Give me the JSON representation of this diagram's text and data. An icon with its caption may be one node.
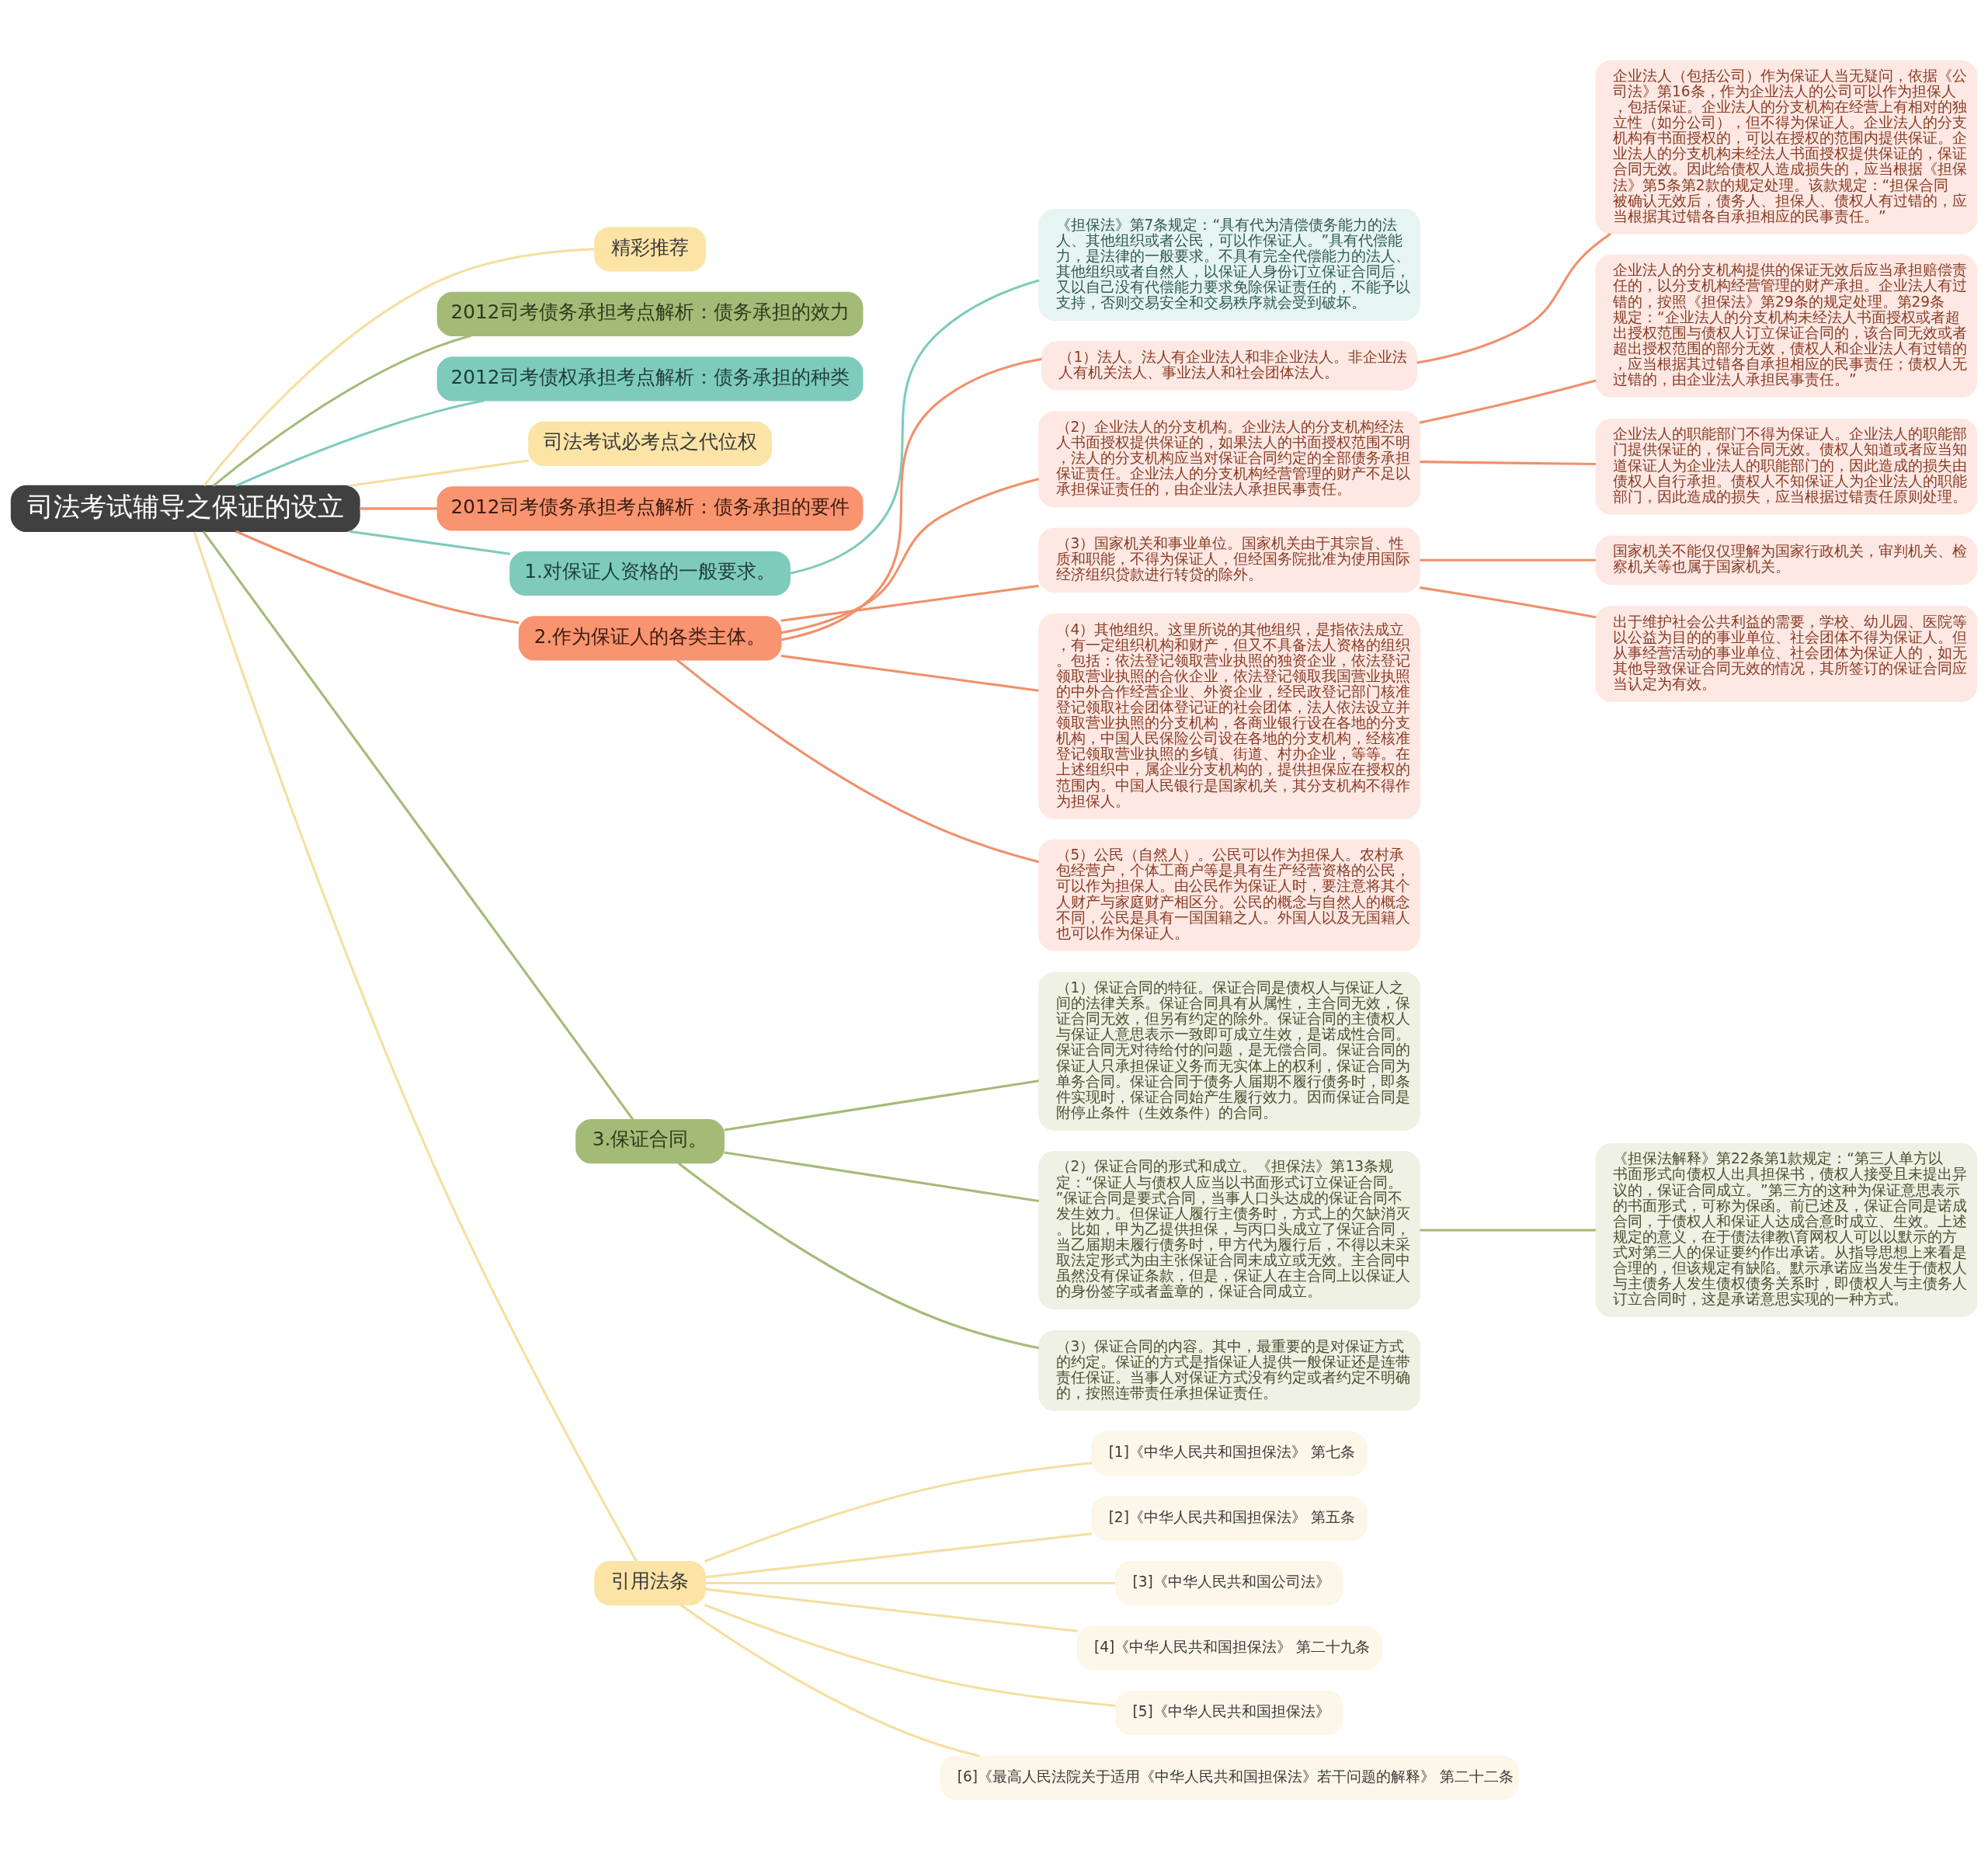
{
  "diagram": {
    "nodes": [
      {
        "text": [
          "司法考试辅导之保证的设立"
        ]
      },
      {
        "text": [
          "精彩推荐"
        ]
      },
      {
        "text": [
          "2012司考债务承担考点解析：债务承担的效力"
        ]
      },
      {
        "text": [
          "2012司考债权承担考点解析：债务承担的种类"
        ]
      },
      {
        "text": [
          "司法考试必考点之代位权"
        ]
      },
      {
        "text": [
          "2012司考债务承担考点解析：债务承担的要件"
        ]
      },
      {
        "text": [
          "《担保法》第7条规定：“具有代为清偿债务能力的法人、其他组织或者公民，可以作保证人。”具有代偿能力，是法律的一般要求。不具有完全代偿能力的法人、其他组织或者自然人，以保证人身份订立保证合同后，又以自己没有代偿能力要求免除保证责任的，不能予以支持，否则交易安全和交易秩序就会受到破坏。"
        ]
      },
      {
        "text": [
          "1.对保证人资格的一般要求。"
        ]
      },
      {
        "text": [
          "2.作为保证人的各类主体。"
        ]
      },
      {
        "text": [
          "（1）法人。法人有企业法人和非企业法人。非企业法人有机关法人、事业法人和社会团体法人。"
        ]
      },
      {
        "text": [
          "企业法人（包括公司）作为保证人当无疑问，依据《公司法》第16条，作为企业法人的公司可以作为担保人，包括保证。企业法人的分支机构在经营上有相对的独立性（如分公司），但不得为保证人。企业法人的分支机构有书面授权的，可以在授权的范围内提供保证。企业法人的分支机构未经法人书面授权提供保证的，保证合同无效。因此给债权人造成损失的，应当根据《担保法》第5条第2款的规定处理。该款规定：“担保合同被确认无效后，债务人、担保人、债权人有过错的，应当根据其过错各自承担相应的民事责任。”"
        ]
      },
      {
        "text": [
          "（2）企业法人的分支机构。企业法人的分支机构经法人书面授权提供保证的，如果法人的书面授权范围不明，法人的分支机构应当对保证合同约定的全部债务承担保证责任。企业法人的分支机构经营管理的财产不足以承担保证责任的，由企业法人承担民事责任。"
        ]
      },
      {
        "text": [
          "企业法人的分支机构提供的保证无效后应当承担赔偿责任的，以分支机构经营管理的财产承担。企业法人有过错的，按照《担保法》第29条的规定处理。第29条规定：“企业法人的分支机构未经法人书面授权或者超出授权范围与债权人订立保证合同的，该合同无效或者超出授权范围的部分无效，债权人和企业法人有过错的，应当根据其过错各自承担相应的民事责任；债权人无过错的，由企业法人承担民事责任。”"
        ]
      },
      {
        "text": [
          "企业法人的职能部门不得为保证人。企业法人的职能部门提供保证的，保证合同无效。债权人知道或者应当知道保证人为企业法人的职能部门的，因此造成的损失由债权人自行承担。债权人不知保证人为企业法人的职能部门，因此造成的损失，应当根据过错责任原则处理。"
        ]
      },
      {
        "text": [
          "（3）国家机关和事业单位。国家机关由于其宗旨、性质和职能，不得为保证人，但经国务院批准为使用国际经济组织贷款进行转贷的除外。"
        ]
      },
      {
        "text": [
          "国家机关不能仅仅理解为国家行政机关，审判机关、检察机关等也属于国家机关。"
        ]
      },
      {
        "text": [
          "出于维护社会公共利益的需要，学校、幼儿园、医院等以公益为目的的事业单位、社会团体不得为保证人。但从事经营活动的事业单位、社会团体为保证人的，如无其他导致保证合同无效的情况，其所签订的保证合同应当认定为有效。"
        ]
      },
      {
        "text": [
          "（4）其他组织。这里所说的其他组织，是指依法成立，有一定组织机构和财产，但又不具备法人资格的组织。包括：依法登记领取营业执照的独资企业，依法登记领取营业执照的合伙企业，依法登记领取我国营业执照的中外合作经营企业、外资企业，经民政登记部门核准登记领取社会团体登记证的社会团体，法人依法设立并领取营业执照的分支机构，各商业银行设在各地的分支机构，中国人民保险公司设在各地的分支机构，经核准登记领取营业执照的乡镇、街道、村办企业，等等。在上述组织中，属企业分支机构的，提供担保应在授权的范围内。中国人民银行是国家机关，其分支机构不得作为担保人。"
        ]
      },
      {
        "text": [
          "（5）公民（自然人）。公民可以作为担保人。农村承包经营户，个体工商户等是具有生产经营资格的公民，可以作为担保人。由公民作为保证人时，要注意将其个人财产与家庭财产相区分。公民的概念与自然人的概念不同，公民是具有一国国籍之人。外国人以及无国籍人也可以作为保证人。"
        ]
      },
      {
        "text": [
          "3.保证合同。"
        ]
      },
      {
        "text": [
          "（1）保证合同的特征。保证合同是债权人与保证人之间的法律关系。保证合同具有从属性，主合同无效，保证合同无效，但另有约定的除外。保证合同的主债权人与保证人意思表示一致即可成立生效，是诺成性合同。保证合同无对待给付的问题，是无偿合同。保证合同的保证人只承担保证义务而无实体上的权利，保证合同为单务合同。保证合同于债务人届期不履行债务时，即条件实现时，保证合同始产生履行效力。因而保证合同是附停止条件（生效条件）的合同。"
        ]
      },
      {
        "text": [
          "（2）保证合同的形式和成立。《担保法》第13条规定：“保证人与债权人应当以书面形式订立保证合同。”保证合同是要式合同，当事人口头达成的保证合同不发生效力。但保证人履行主债务时，方式上的欠缺消灭。比如，甲为乙提供担保，与丙口头成立了保证合同，当乙届期未履行债务时，甲方代为履行后，不得以未采取法定形式为由主张保证合同未成立或无效。主合同中虽然没有保证条款，但是，保证人在主合同上以保证人的身份签字或者盖章的，保证合同成立。"
        ]
      },
      {
        "text": [
          "《担保法解释》第22条第1款规定：“第三人单方以书面形式向债权人出具担保书，债权人接受且未提出异议的，保证合同成立。”第三方的这种为保证意思表示的书面形式，可称为保函。前已述及，保证合同是诺成合同，于债权人和保证人达成合意时成立、生效。上述规定的意义，在于债法律教\\育网权人可以以默示的方式对第三人的保证要约作出承诺。从指导思想上来看是合理的，但该规定有缺陷。默示承诺应当发生于债权人与主债务人发生债权债务关系时，即债权人与主债务人订立合同时，这是承诺意思实现的一种方式。"
        ]
      },
      {
        "text": [
          "（3）保证合同的内容。其中，最重要的是对保证方式的约定。保证的方式是指保证人提供一般保证还是连带责任保证。当事人对保证方式没有约定或者约定不明确的，按照连带责任承担保证责任。"
        ]
      },
      {
        "text": [
          "引用法条"
        ]
      },
      {
        "text": [
          "[1]《中华人民共和国担保法》 第七条"
        ]
      },
      {
        "text": [
          "[2]《中华人民共和国担保法》 第五条"
        ]
      },
      {
        "text": [
          "[3]《中华人民共和国公司法》"
        ]
      },
      {
        "text": [
          "[4]《中华人民共和国担保法》 第二十九条"
        ]
      },
      {
        "text": [
          "[5]《中华人民共和国担保法》"
        ]
      },
      {
        "text": [
          "[6]《最高人民法院关于适用《中华人民共和国担保法》若干问题的解释》 第二十二条"
        ]
      }
    ],
    "edges": [
      {
        "from": 0,
        "to": 1,
        "arrow": "none",
        "color": "#f5dfa0"
      },
      {
        "from": 0,
        "to": 2,
        "arrow": "none",
        "color": "#a4bb77"
      },
      {
        "from": 0,
        "to": 3,
        "arrow": "none",
        "color": "#7ecbbd"
      },
      {
        "from": 0,
        "to": 4,
        "arrow": "none",
        "color": "#f5dfa0"
      },
      {
        "from": 0,
        "to": 5,
        "arrow": "none"
      },
      {
        "from": 0,
        "to": 7,
        "arrow": "none",
        "color": "#7ecbbd"
      },
      {
        "from": 7,
        "to": 6,
        "arrow": "none",
        "color": "#7ecbbd"
      },
      {
        "from": 0,
        "to": 8,
        "arrow": "none"
      },
      {
        "from": 8,
        "to": 9,
        "arrow": "none"
      },
      {
        "from": 9,
        "to": 10,
        "arrow": "none"
      },
      {
        "from": 8,
        "to": 11,
        "arrow": "none"
      },
      {
        "from": 11,
        "to": 12,
        "arrow": "none"
      },
      {
        "from": 11,
        "to": 13,
        "arrow": "none"
      },
      {
        "from": 8,
        "to": 14,
        "arrow": "none"
      },
      {
        "from": 14,
        "to": 15,
        "arrow": "none"
      },
      {
        "from": 14,
        "to": 16,
        "arrow": "none"
      },
      {
        "from": 8,
        "to": 17,
        "arrow": "none"
      },
      {
        "from": 8,
        "to": 18,
        "arrow": "none"
      },
      {
        "from": 0,
        "to": 19,
        "arrow": "none",
        "color": "#a4bb77"
      },
      {
        "from": 19,
        "to": 20,
        "arrow": "none",
        "color": "#a4bb77"
      },
      {
        "from": 19,
        "to": 21,
        "arrow": "none",
        "color": "#a4bb77"
      },
      {
        "from": 21,
        "to": 22,
        "arrow": "none",
        "color": "#a4bb77"
      },
      {
        "from": 19,
        "to": 23,
        "arrow": "none",
        "color": "#a4bb77"
      },
      {
        "from": 0,
        "to": 24,
        "arrow": "none",
        "color": "#f5dfa0"
      },
      {
        "from": 24,
        "to": 25,
        "arrow": "none",
        "color": "#f5dfa0"
      },
      {
        "from": 24,
        "to": 26,
        "arrow": "none",
        "color": "#f5dfa0"
      },
      {
        "from": 24,
        "to": 27,
        "arrow": "none",
        "color": "#f5dfa0"
      },
      {
        "from": 24,
        "to": 28,
        "arrow": "none",
        "color": "#f5dfa0"
      },
      {
        "from": 24,
        "to": 29,
        "arrow": "none",
        "color": "#f5dfa0"
      },
      {
        "from": 24,
        "to": 30,
        "arrow": "none",
        "color": "#f5dfa0"
      }
    ]
  }
}
